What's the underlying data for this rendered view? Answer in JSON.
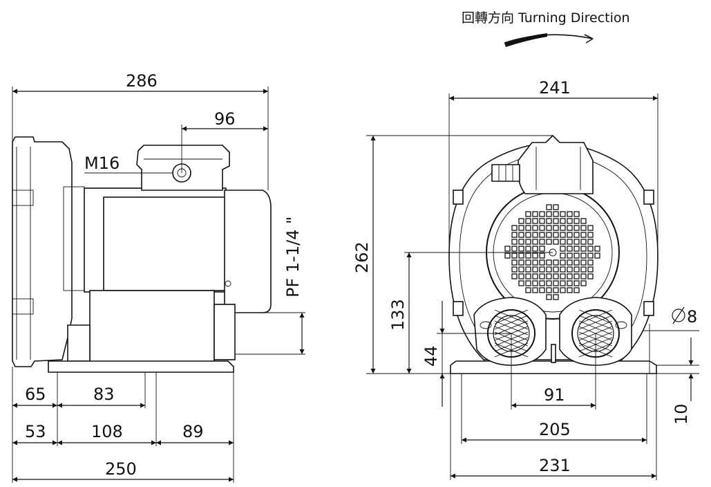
{
  "rotation": {
    "label": "回轉方向  Turning Direction"
  },
  "side_view": {
    "overall_length": "286",
    "motor_offset": "96",
    "cable_gland": "M16",
    "port_thread": "PF 1-1/4 \"",
    "base_gap_a": "65",
    "base_gap_b": "83",
    "foot_a": "53",
    "foot_spacing": "108",
    "foot_b": "89",
    "base_length": "250"
  },
  "front_view": {
    "width": "241",
    "height": "262",
    "center_height": "133",
    "port_height": "44",
    "port_spacing": "91",
    "hole_spacing": "205",
    "base_width": "231",
    "hole_dia": "8",
    "base_thickness": "10"
  }
}
